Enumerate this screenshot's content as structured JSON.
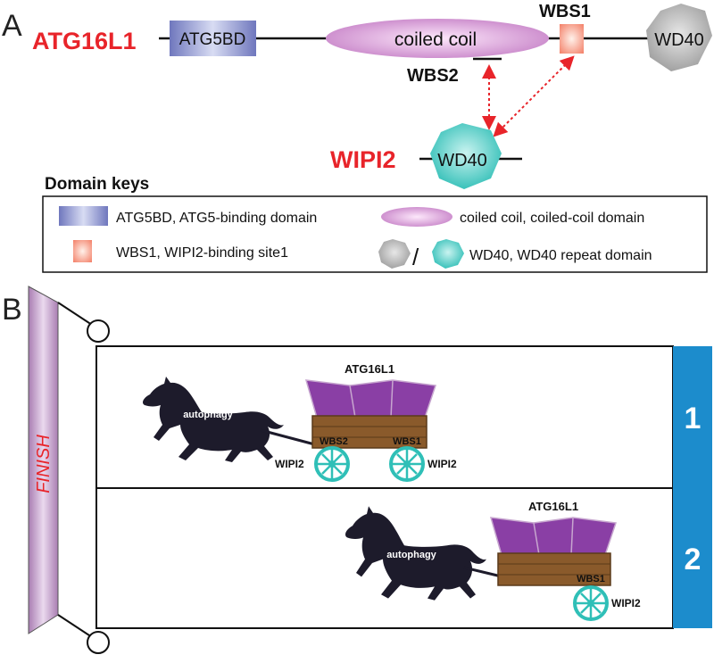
{
  "panel_a": {
    "panel_label": "A",
    "protein_name": "ATG16L1",
    "atg5bd_label": "ATG5BD",
    "coiled_coil_label": "coiled coil",
    "wbs1_label": "WBS1",
    "wbs2_label": "WBS2",
    "wd40_label": "WD40",
    "wipi2_name": "WIPI2",
    "wipi2_wd40_label": "WD40",
    "keys_title": "Domain keys",
    "keys": {
      "atg5bd": "ATG5BD, ATG5-binding domain",
      "coiled": "coiled coil, coiled-coil domain",
      "wbs1": "WBS1, WIPI2-binding site1",
      "wd40": "WD40, WD40 repeat domain",
      "slash": "/"
    }
  },
  "panel_b": {
    "panel_label": "B",
    "finish_label": "FINISH",
    "lanes": [
      {
        "number": "1",
        "horse_label": "autophagy",
        "cart_label": "ATG16L1",
        "wbs_left": "WBS2",
        "wbs_right": "WBS1",
        "wheel_left": "WIPI2",
        "wheel_right": "WIPI2"
      },
      {
        "number": "2",
        "horse_label": "autophagy",
        "cart_label": "ATG16L1",
        "wbs_right": "WBS1",
        "wheel_right": "WIPI2"
      }
    ]
  },
  "colors": {
    "red_label": "#e8242a",
    "atg5bd": "#8f95c9",
    "coiled": "#c681c6",
    "wbs": "#f59580",
    "wd40_gray": "#a7a7a7",
    "wd40_cyan": "#3cc9c2",
    "lane_number_bg": "#1c8ccc",
    "cart_cover": "#8a3fa5",
    "cart_body": "#8a5a2b",
    "horse": "#1d1b2b",
    "finish_banner": "#b98bc1"
  }
}
